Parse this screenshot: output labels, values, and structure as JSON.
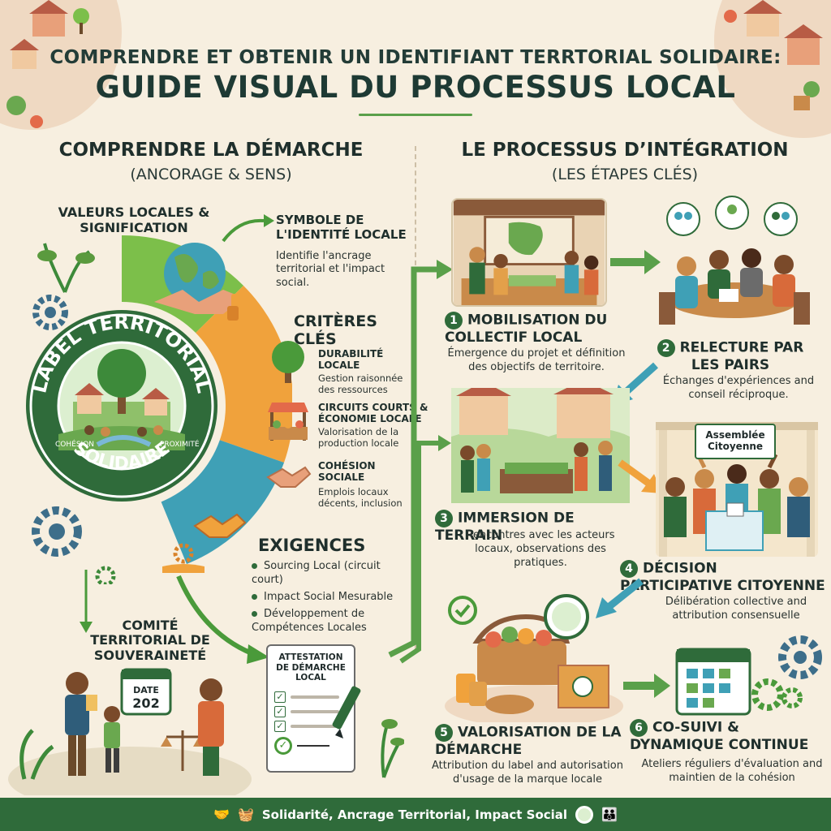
{
  "header": {
    "title_line1": "COMPRENDRE ET OBTENIR UN IDENTIFIANT TERRTORIAL SOLIDAIRE:",
    "title_line2": "GUIDE VISUAL DU PROCESSUS LOCAL"
  },
  "left": {
    "title": "COMPRENDRE LA DÉMARCHE",
    "subtitle": "(ANCORAGE & SENS)",
    "values_label": "VALEURS LOCALES & SIGNIFICATION",
    "seal": {
      "top": "LABEL TERRITORIAL",
      "bottom": "SOLIDAIRE",
      "left_word": "COHÉSION",
      "right_word": "PROXIMITÉ"
    },
    "symbol": {
      "title": "SYMBOLE DE L'IDENTITÉ LOCALE",
      "desc": "Identifie l'ancrage territorial et l'impact social."
    },
    "criteria": {
      "title": "CRITÈRES CLÉS",
      "items": [
        {
          "title": "DURABILITÉ LOCALE",
          "desc": "Gestion raisonnée des ressources"
        },
        {
          "title": "CIRCUITS COURTS & ÉCONOMIE LOCALE",
          "desc": "Valorisation de la production locale"
        },
        {
          "title": "COHÉSION SOCIALE",
          "desc": "Emplois locaux décents, inclusion"
        }
      ]
    },
    "requirements": {
      "title": "EXIGENCES",
      "items": [
        "Sourcing Local (circuit court)",
        "Impact Social Mesurable",
        "Développement de Compétences Locales"
      ]
    },
    "committee": {
      "title": "COMITÉ TERRITORIAL DE SOUVERAINETÉ",
      "calendar_label": "DATE",
      "calendar_value": "202"
    },
    "attestation": {
      "title": "ATTESTATION DE DÉMARCHE LOCAL"
    }
  },
  "right": {
    "title": "LE PROCESSUS D’INTÉGRATION",
    "subtitle": "(LES ÉTAPES CLÉS)",
    "steps": [
      {
        "num": "1",
        "title": "MOBILISATION DU COLLECTIF LOCAL",
        "desc": "Émergence du projet et définition des objectifs de territoire."
      },
      {
        "num": "2",
        "title": "RELECTURE PAR LES PAIRS",
        "desc": "Échanges d'expériences and conseil réciproque."
      },
      {
        "num": "3",
        "title": "IMMERSION DE TERRAIN",
        "desc": "Rencontres avec les acteurs locaux, observations des pratiques."
      },
      {
        "num": "4",
        "title": "DÉCISION PARTICIPATIVE CITOYENNE",
        "desc": "Délibération collective and attribution consensuelle"
      },
      {
        "num": "5",
        "title": "VALORISATION DE LA DÉMARCHE",
        "desc": "Attribution du label and autorisation d'usage de la marque locale"
      },
      {
        "num": "6",
        "title": "CO-SUIVI & DYNAMIQUE CONTINUE",
        "desc": "Ateliers réguliers d'évaluation and maintien de la cohésion"
      }
    ],
    "assembly_sign": "Assemblée Citoyenne"
  },
  "footer": {
    "text": "Solidarité, Ancrage Territorial, Impact Social"
  },
  "colors": {
    "green": "#2f6b3a",
    "orange": "#f0a23c",
    "blue": "#3fa0b6",
    "light_green": "#7cbf4a",
    "cream": "#f7efe0"
  }
}
